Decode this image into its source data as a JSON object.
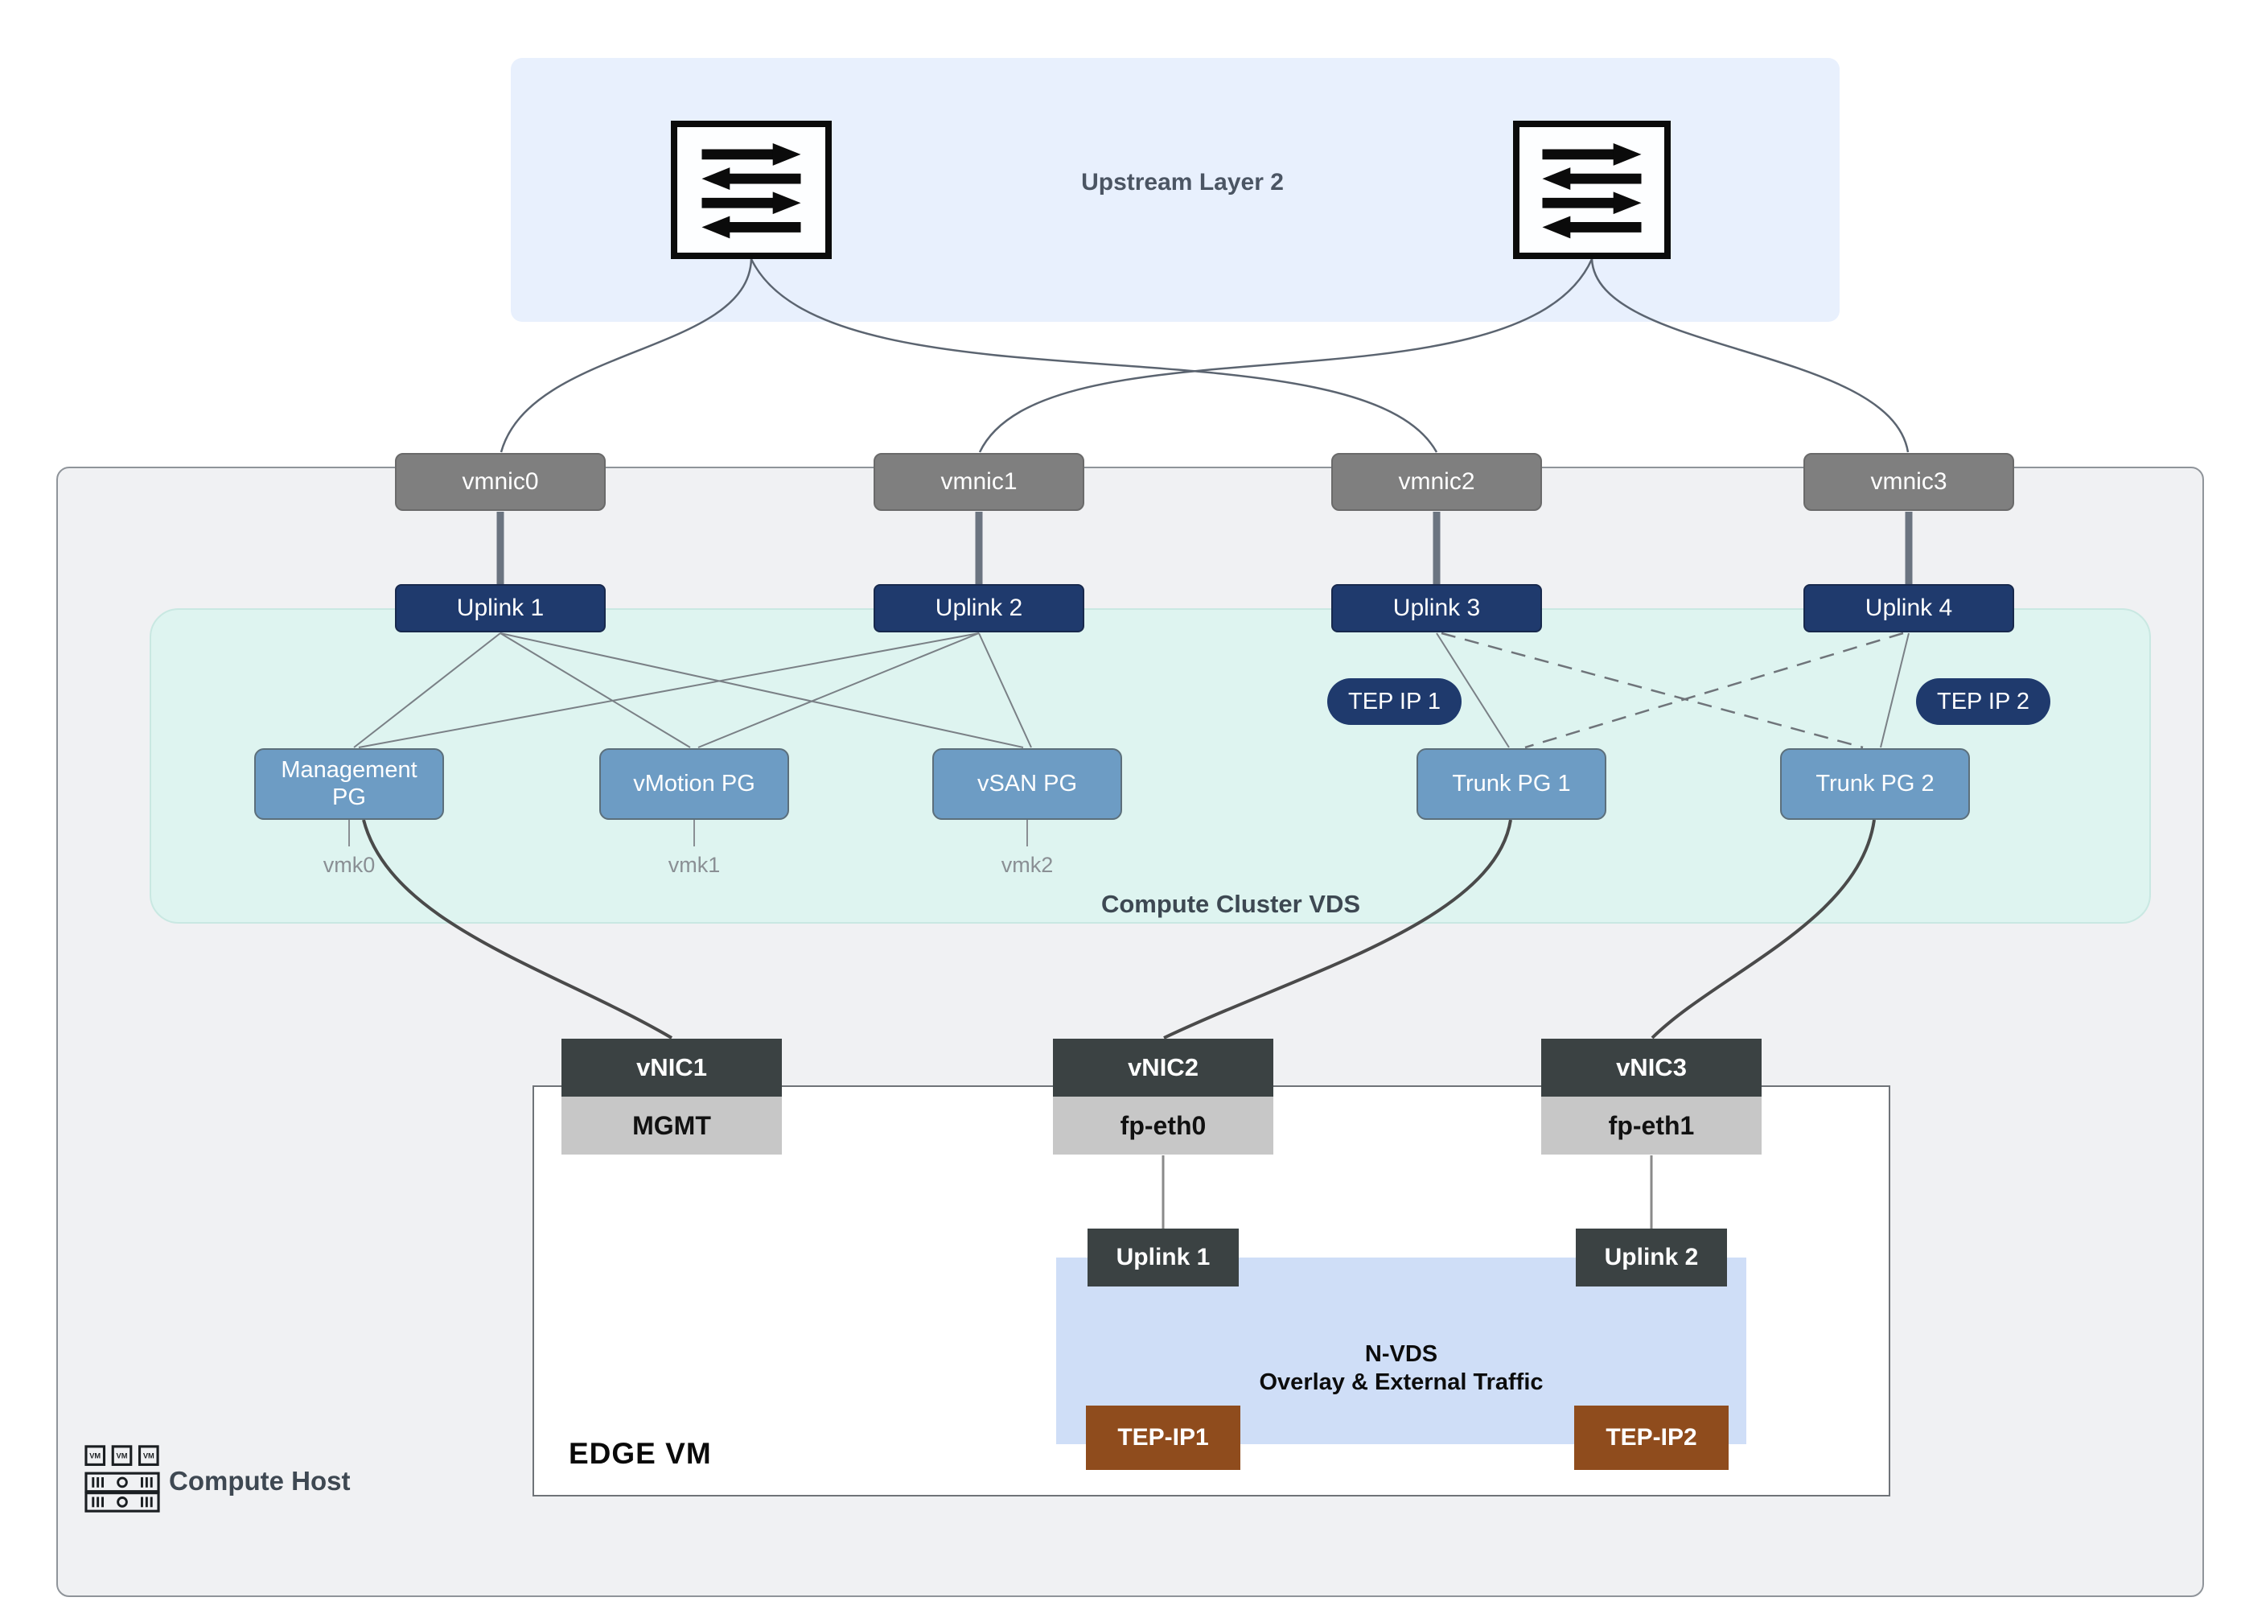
{
  "titles": {
    "upstream": "Upstream Layer 2",
    "vds": "Compute Cluster VDS",
    "nvds_line1": "N-VDS",
    "nvds_line2": "Overlay & External Traffic",
    "edge_vm": "EDGE VM",
    "compute_host": "Compute Host"
  },
  "vmnics": [
    {
      "label": "vmnic0"
    },
    {
      "label": "vmnic1"
    },
    {
      "label": "vmnic2"
    },
    {
      "label": "vmnic3"
    }
  ],
  "uplinks": [
    {
      "label": "Uplink 1"
    },
    {
      "label": "Uplink 2"
    },
    {
      "label": "Uplink 3"
    },
    {
      "label": "Uplink 4"
    }
  ],
  "tep_pills": [
    {
      "label": "TEP IP 1"
    },
    {
      "label": "TEP IP 2"
    }
  ],
  "port_groups": [
    {
      "label": "Management PG",
      "vmk": "vmk0"
    },
    {
      "label": "vMotion PG",
      "vmk": "vmk1"
    },
    {
      "label": "vSAN PG",
      "vmk": "vmk2"
    },
    {
      "label": "Trunk PG 1",
      "vmk": ""
    },
    {
      "label": "Trunk PG 2",
      "vmk": ""
    }
  ],
  "vnics": [
    {
      "name": "vNIC1",
      "port": "MGMT"
    },
    {
      "name": "vNIC2",
      "port": "fp-eth0"
    },
    {
      "name": "vNIC3",
      "port": "fp-eth1"
    }
  ],
  "edge_uplinks": [
    {
      "label": "Uplink 1"
    },
    {
      "label": "Uplink 2"
    }
  ],
  "tep_ips": [
    {
      "label": "TEP-IP1"
    },
    {
      "label": "TEP-IP2"
    }
  ],
  "icons": {
    "switch": "layer2-switch-icon",
    "host": "compute-host-server-icon"
  },
  "colors": {
    "navy": "#1f3a6d",
    "steel": "#6d9cc4",
    "nic_gray": "#7f7f7f",
    "charcoal": "#3b4243",
    "lightgray": "#c7c7c7",
    "brown": "#8f4c1d",
    "mint": "#def4f0",
    "periwinkle": "#cfdef7",
    "upstream_blue": "#e8f0fd",
    "host_gray": "#f0f1f3"
  }
}
